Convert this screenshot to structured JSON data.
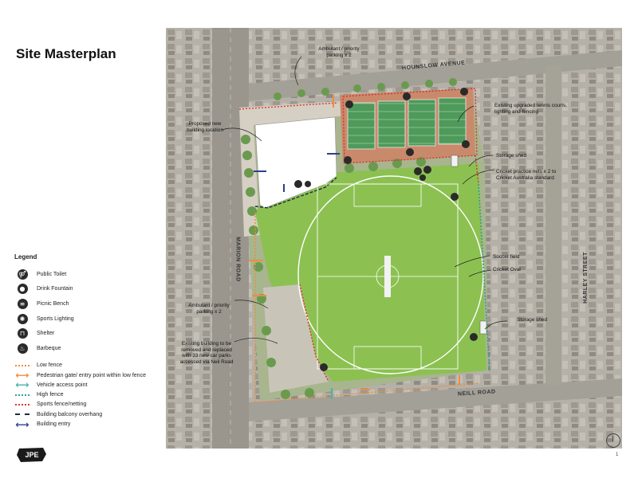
{
  "title": "Site Masterplan",
  "legend": {
    "heading": "Legend",
    "icons": [
      {
        "label": "Public Toilet",
        "icon": "toilet-icon",
        "glyph": "⚤"
      },
      {
        "label": "Drink Fountain",
        "icon": "drink-fountain-icon",
        "glyph": "●"
      },
      {
        "label": "Picnic Bench",
        "icon": "picnic-bench-icon",
        "glyph": "≡"
      },
      {
        "label": "Sports Lighting",
        "icon": "sports-lighting-icon",
        "glyph": "✺"
      },
      {
        "label": "Shelter",
        "icon": "shelter-icon",
        "glyph": "⊓"
      },
      {
        "label": "Barbeque",
        "icon": "barbeque-icon",
        "glyph": "♨"
      }
    ],
    "lines": [
      {
        "label": "Low fence",
        "style": "dotted",
        "color": "#f08c3c"
      },
      {
        "label": "Pedestrian gate/ entry point within low fence",
        "style": "arrow",
        "color": "#f08c3c"
      },
      {
        "label": "Vehicle access point",
        "style": "arrow",
        "color": "#4ab3a7"
      },
      {
        "label": "High fence",
        "style": "dotted",
        "color": "#2f9e8f"
      },
      {
        "label": "Sports fence/netting",
        "style": "dotted",
        "color": "#d8342c"
      },
      {
        "label": "Building balcony overhang",
        "style": "dashed",
        "color": "#1f2a44"
      },
      {
        "label": "Building entry",
        "style": "arrow",
        "color": "#2e3f8f"
      }
    ]
  },
  "streets": {
    "north": "HOUNSLOW AVENUE",
    "west": "MARION ROAD",
    "south": "NEILL ROAD",
    "east": "HARLEY STREET"
  },
  "annotations": {
    "parking_top": "Ambulant / priority\nparking x 2",
    "building": "Proposed new\nbuilding location",
    "tennis": "Existing upgraded tennis courts,\nlighting and fencing",
    "storage_top": "Storage shed",
    "cricket_nets": "Cricket practice nets x 2 to\nCricket Australia standard",
    "soccer": "Soccer field",
    "cricket_oval": "Cricket Oval",
    "parking_left": "Ambulant / priority\nparking x 2",
    "existing_building": "Existing building to be\nremoved and replaced\nwith 33 new car parks\naccessed via Neil Road",
    "storage_bottom": "Storage shed"
  },
  "logo_text": "JPE",
  "page_number": "1",
  "colors": {
    "grass": "#8cc152",
    "tennis": "#4e9a5b",
    "tennis_surround": "#c98a6b",
    "paving": "#d6cfc4",
    "aerial": "#a8a49b"
  }
}
